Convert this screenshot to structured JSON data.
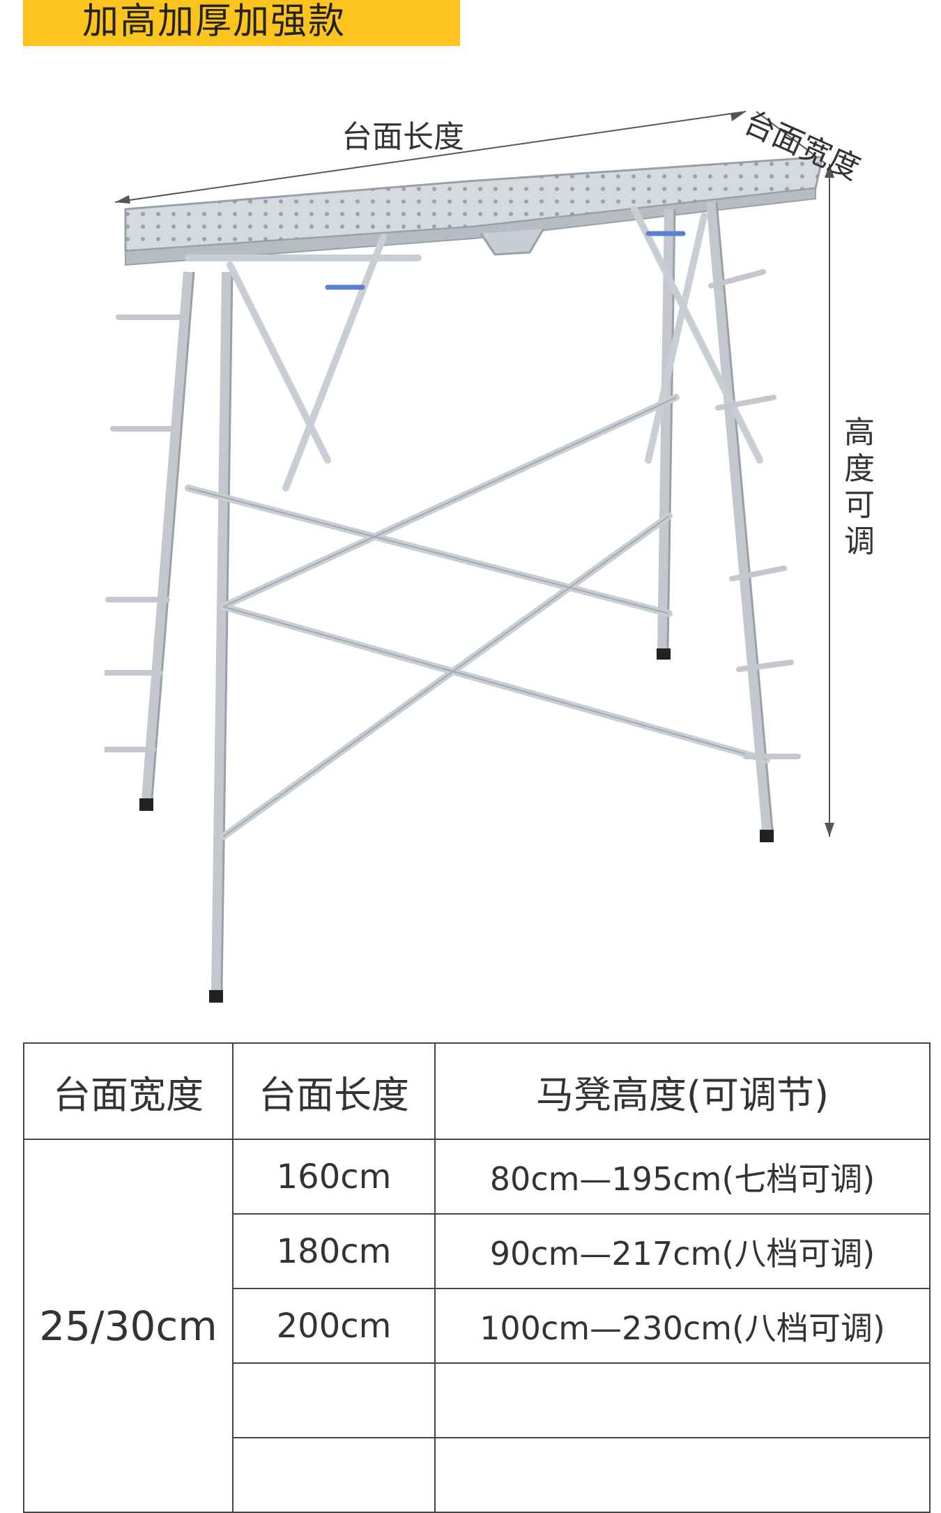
{
  "banner": {
    "title": "加高加厚加强款"
  },
  "dimensions": {
    "length_label": "台面长度",
    "width_label": "台面宽度",
    "height_label": "高度可调"
  },
  "table": {
    "headers": [
      "台面宽度",
      "台面长度",
      "马凳高度(可调节)"
    ],
    "width_value": "25/30cm",
    "rows": [
      {
        "length": "160cm",
        "height": "80cm—195cm(七档可调)"
      },
      {
        "length": "180cm",
        "height": "90cm—217cm(八档可调)"
      },
      {
        "length": "200cm",
        "height": "100cm—230cm(八档可调)"
      },
      {
        "length": "",
        "height": ""
      },
      {
        "length": "",
        "height": ""
      }
    ]
  },
  "colors": {
    "banner": "#fcc41c",
    "frame": "#c9cdd4",
    "frame_dark": "#9aa0a8",
    "feet": "#222222",
    "handle_blue": "#5a7fd0"
  }
}
